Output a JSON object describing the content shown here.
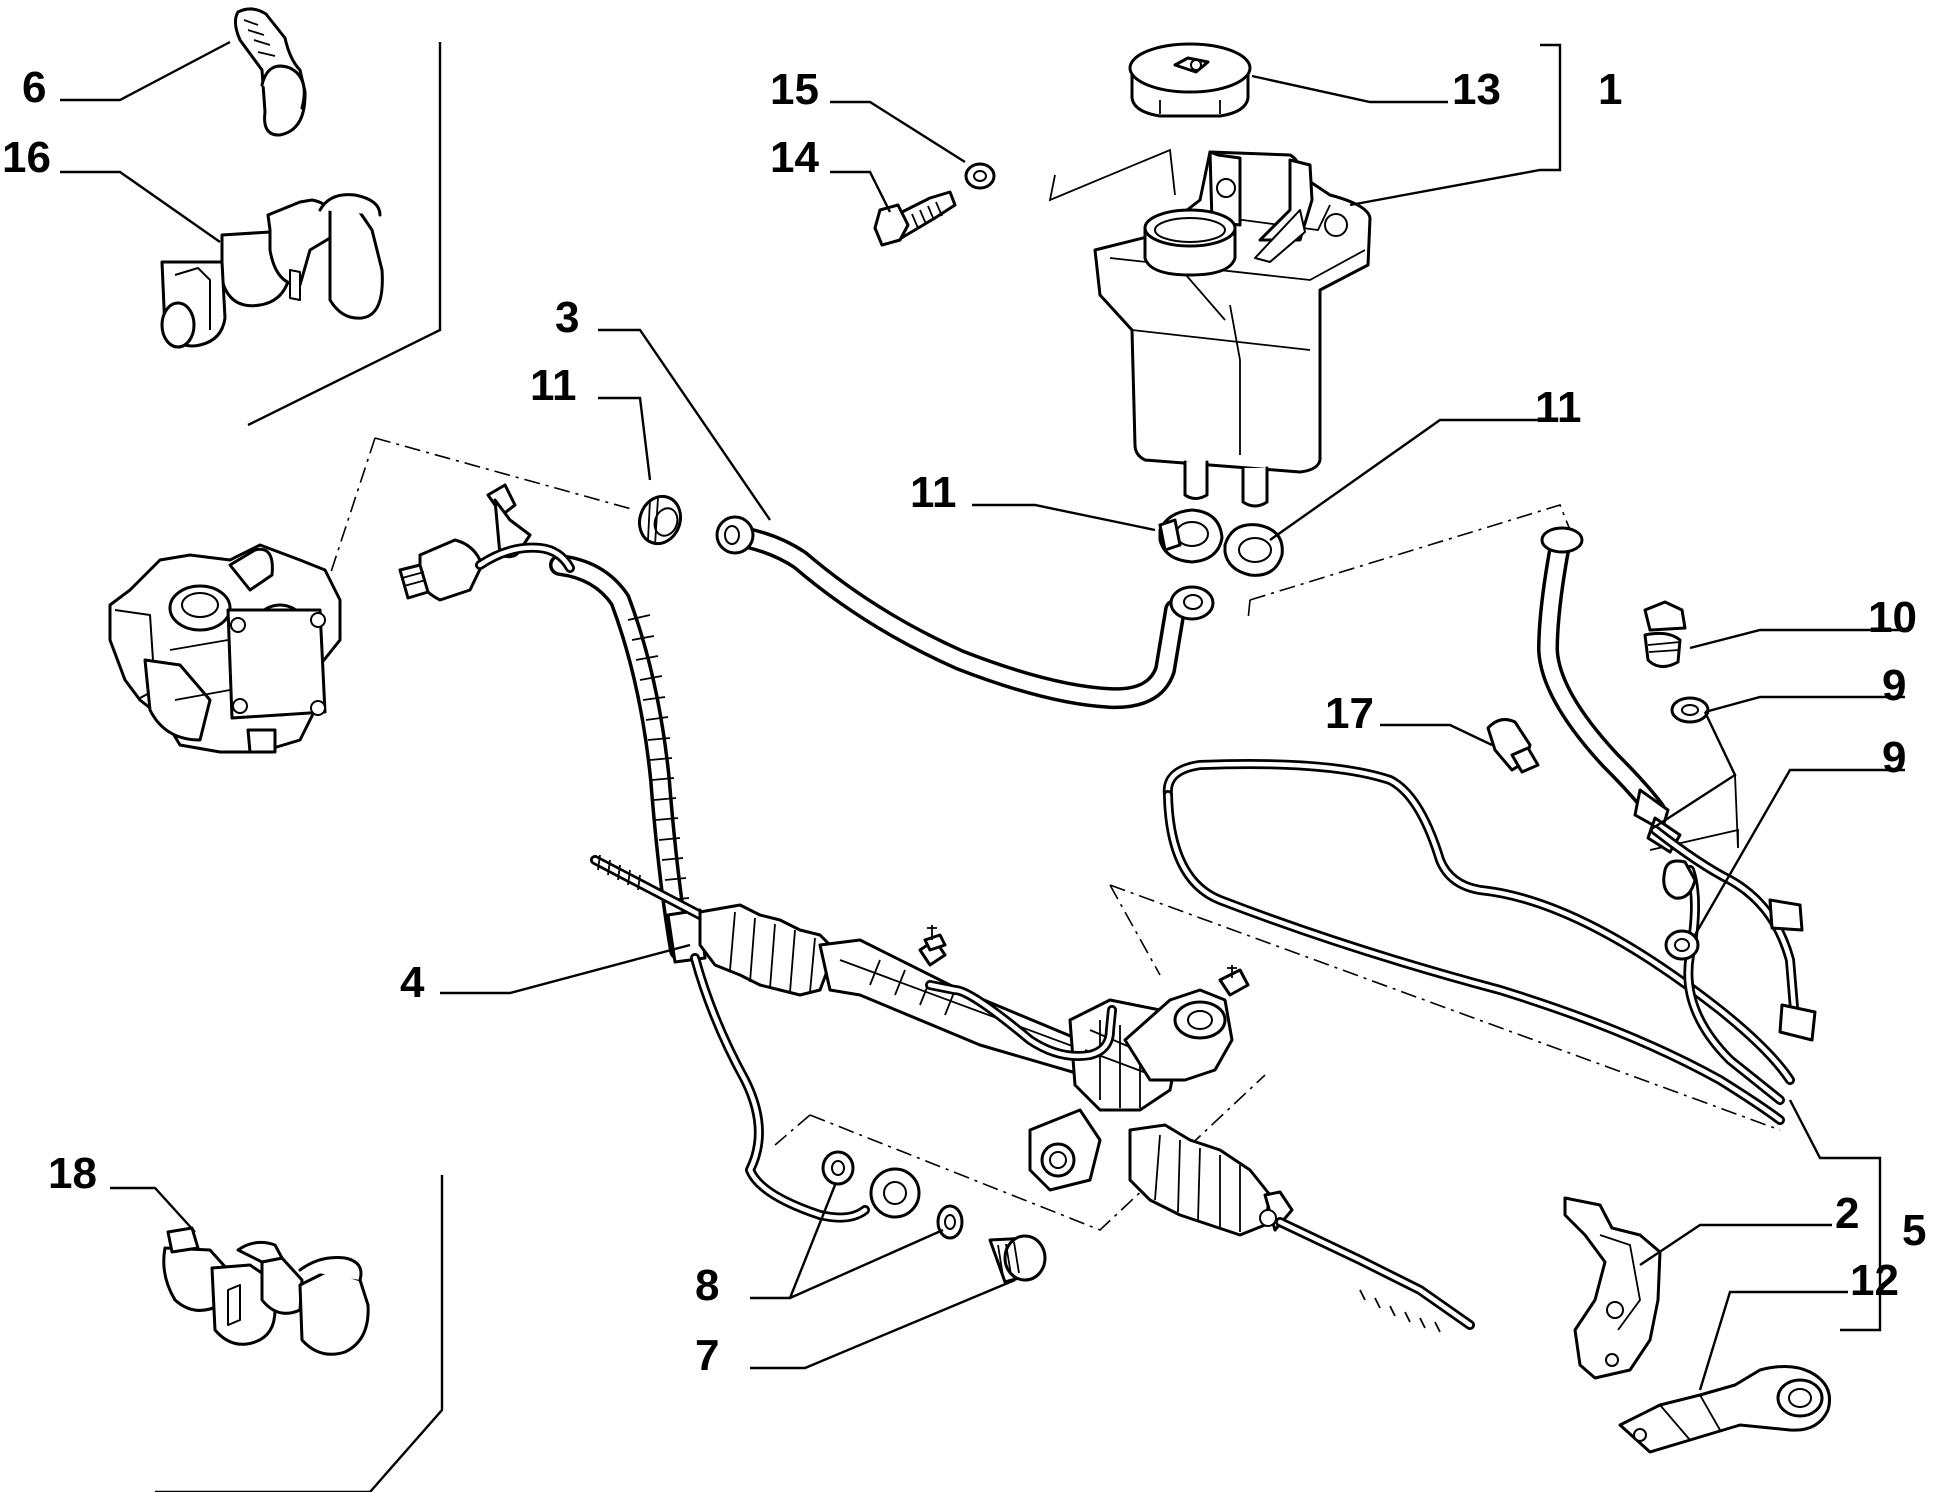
{
  "callouts": {
    "c1": "1",
    "c2": "2",
    "c3": "3",
    "c4": "4",
    "c5": "5",
    "c6": "6",
    "c7": "7",
    "c8": "8",
    "c9a": "9",
    "c9b": "9",
    "c10": "10",
    "c11a": "11",
    "c11b": "11",
    "c11c": "11",
    "c12": "12",
    "c13": "13",
    "c14": "14",
    "c15": "15",
    "c16": "16",
    "c17": "17",
    "c18": "18"
  },
  "parts": [
    "reservoir",
    "reservoir-cap",
    "return-hose",
    "pressure-hose",
    "steering-rack",
    "power-steering-pump",
    "hose-clamp",
    "mounting-bracket",
    "banjo-bolt",
    "sealing-washer",
    "feed-hose",
    "bleed-screw",
    "pipe-clip",
    "bolt",
    "washer",
    "hose-clip"
  ]
}
